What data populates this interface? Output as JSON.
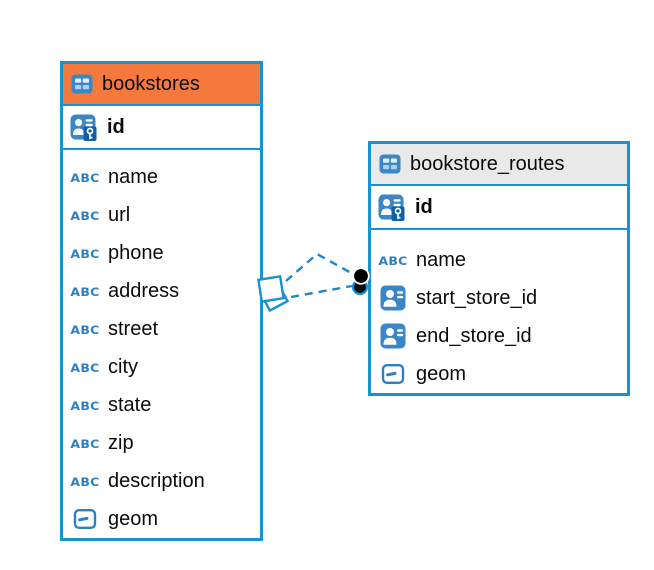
{
  "icons": {
    "text_type_label": "ABC"
  },
  "colors": {
    "table_border": "#1792d2",
    "bookstores_header_bg": "#f5793d",
    "routes_header_bg": "#e9e9e9",
    "connector_line": "#1b87cb",
    "icon_blue": "#3a86c6",
    "icon_dark_blue": "#0e5fa8"
  },
  "tables": [
    {
      "name": "bookstores",
      "primary_key": "id",
      "columns": [
        {
          "name": "name",
          "type": "text"
        },
        {
          "name": "url",
          "type": "text"
        },
        {
          "name": "phone",
          "type": "text"
        },
        {
          "name": "address",
          "type": "text"
        },
        {
          "name": "street",
          "type": "text"
        },
        {
          "name": "city",
          "type": "text"
        },
        {
          "name": "state",
          "type": "text"
        },
        {
          "name": "zip",
          "type": "text"
        },
        {
          "name": "description",
          "type": "text"
        },
        {
          "name": "geom",
          "type": "geometry"
        }
      ]
    },
    {
      "name": "bookstore_routes",
      "primary_key": "id",
      "columns": [
        {
          "name": "name",
          "type": "text"
        },
        {
          "name": "start_store_id",
          "type": "reference"
        },
        {
          "name": "end_store_id",
          "type": "reference"
        },
        {
          "name": "geom",
          "type": "geometry"
        }
      ]
    }
  ],
  "relationships": [
    {
      "from_table": "bookstores",
      "to_table": "bookstore_routes"
    },
    {
      "from_table": "bookstores",
      "to_table": "bookstore_routes"
    }
  ]
}
